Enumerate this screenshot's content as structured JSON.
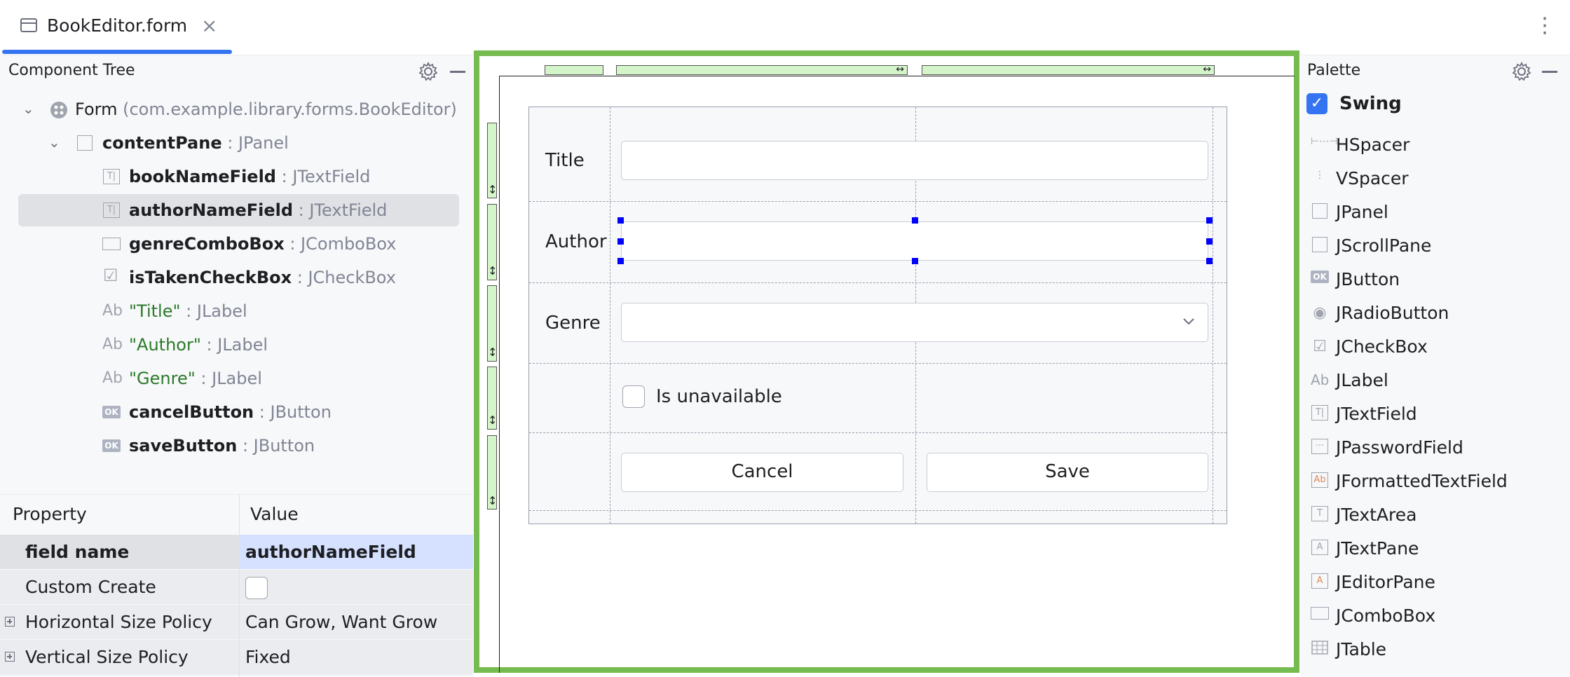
{
  "tab": {
    "label": "BookEditor.form",
    "close": "×"
  },
  "component_tree": {
    "title": "Component Tree",
    "items": [
      {
        "name": "Form",
        "type": " (com.example.library.forms.BookEditor)"
      },
      {
        "name": "contentPane",
        "type": " : JPanel"
      },
      {
        "name": "bookNameField",
        "type": " : JTextField"
      },
      {
        "name": "authorNameField",
        "type": " : JTextField"
      },
      {
        "name": "genreComboBox",
        "type": " : JComboBox"
      },
      {
        "name": "isTakenCheckBox",
        "type": " : JCheckBox"
      },
      {
        "name": "\"Title\"",
        "type": " : JLabel"
      },
      {
        "name": "\"Author\"",
        "type": " : JLabel"
      },
      {
        "name": "\"Genre\"",
        "type": " : JLabel"
      },
      {
        "name": "cancelButton",
        "type": " : JButton"
      },
      {
        "name": "saveButton",
        "type": " : JButton"
      }
    ]
  },
  "properties": {
    "col_property": "Property",
    "col_value": "Value",
    "rows": [
      {
        "name": "field name",
        "value": "authorNameField"
      },
      {
        "name": "Custom Create",
        "value": ""
      },
      {
        "name": "Horizontal Size Policy",
        "value": "Can Grow, Want Grow"
      },
      {
        "name": "Vertical Size Policy",
        "value": "Fixed"
      }
    ]
  },
  "form": {
    "title_label": "Title",
    "author_label": "Author",
    "genre_label": "Genre",
    "checkbox_label": "Is unavailable",
    "cancel": "Cancel",
    "save": "Save"
  },
  "palette": {
    "title": "Palette",
    "group": "Swing",
    "items": [
      "HSpacer",
      "VSpacer",
      "JPanel",
      "JScrollPane",
      "JButton",
      "JRadioButton",
      "JCheckBox",
      "JLabel",
      "JTextField",
      "JPasswordField",
      "JFormattedTextField",
      "JTextArea",
      "JTextPane",
      "JEditorPane",
      "JComboBox",
      "JTable"
    ]
  },
  "colors": {
    "accent": "#3574f0",
    "canvas_border": "#75bb4f",
    "selection_handles": "#0000ff"
  }
}
